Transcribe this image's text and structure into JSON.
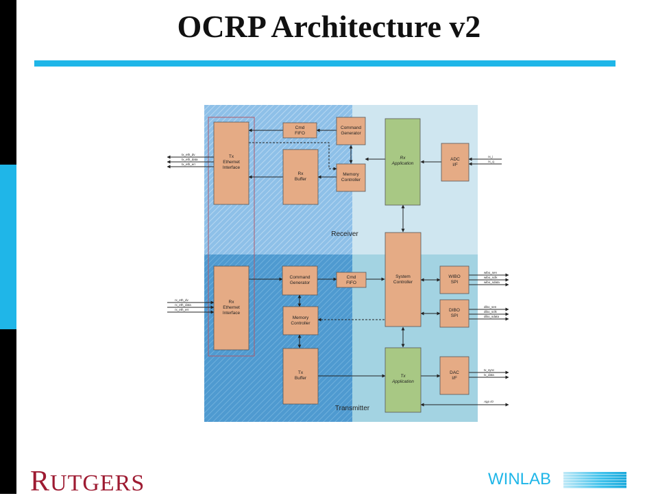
{
  "slide": {
    "title": "OCRP Architecture v2",
    "footer_logo_text": "RUTGERS",
    "footer_lab": "WINLAB"
  },
  "diagram": {
    "regions": {
      "receiver": "Receiver",
      "transmitter": "Transmitter"
    },
    "blocks": {
      "tx_eth": [
        "Tx",
        "Ethernet",
        "Interface"
      ],
      "rx_eth": [
        "Rx",
        "Ethernet",
        "Interface"
      ],
      "rx_cmd_fifo": [
        "Cmd",
        "FIFO"
      ],
      "rx_cmd_gen": [
        "Command",
        "Generator"
      ],
      "rx_buffer": [
        "Rx",
        "Buffer"
      ],
      "rx_mem_ctrl": [
        "Memory",
        "Controller"
      ],
      "rx_app": [
        "Rx",
        "Application"
      ],
      "adc": [
        "ADC",
        "I/F"
      ],
      "tx_cmd_gen": [
        "Command",
        "Generator"
      ],
      "tx_cmd_fifo": [
        "Cmd",
        "FIFO"
      ],
      "sys_ctrl": [
        "System",
        "Controller"
      ],
      "wibo": [
        "WIBO",
        "SPI"
      ],
      "dibo": [
        "DIBO",
        "SPI"
      ],
      "tx_mem_ctrl": [
        "Memory",
        "Controller"
      ],
      "tx_buffer": [
        "Tx",
        "Buffer"
      ],
      "tx_app": [
        "Tx",
        "Application"
      ],
      "dac": [
        "DAC",
        "I/F"
      ]
    },
    "signals": {
      "tx_eth": [
        "tx_eth_dv",
        "tx_eth_data",
        "tx_eth_err"
      ],
      "rx_eth": [
        "rx_eth_dv",
        "rx_eth_data",
        "rx_eth_err"
      ],
      "adc": [
        "rx_i",
        "rx_q"
      ],
      "wibo": [
        "wibo_sen",
        "wibo_sclk",
        "wibo_sdata"
      ],
      "dibo": [
        "dibo_sen",
        "dibo_sclk",
        "dibo_sdata"
      ],
      "dac": [
        "tx_sync",
        "tx_data"
      ],
      "app_io": "App IO"
    },
    "colors": {
      "block_orange": "#e5ab85",
      "block_green": "#a8c884",
      "receiver_bg": "#cfe6f0",
      "transmitter_bg": "#a3d3e2",
      "receiver_hatch": "#7eb6e2",
      "transmitter_hatch": "#4a95cc",
      "eth_outline": "#b05a6a",
      "accent": "#1fb6e8"
    }
  }
}
